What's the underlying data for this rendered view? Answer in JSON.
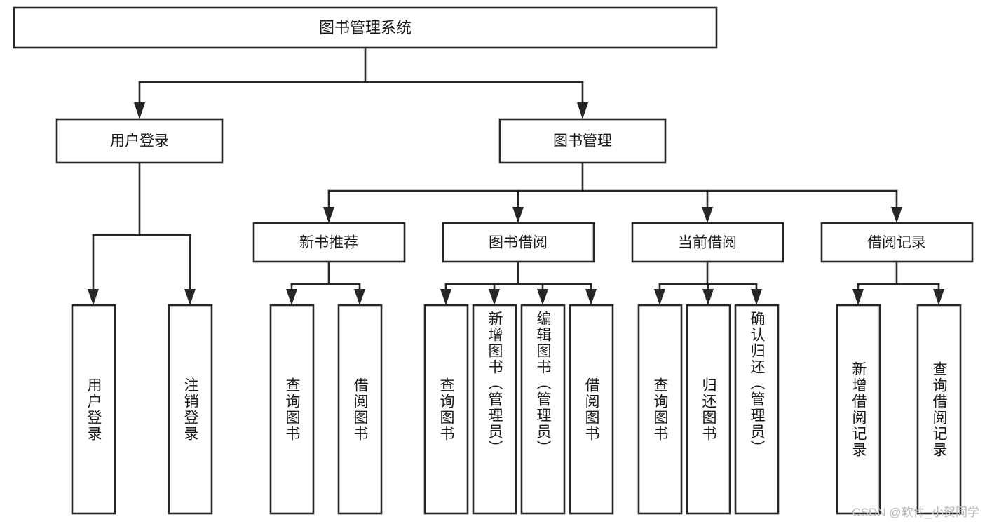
{
  "diagram": {
    "type": "tree-hierarchy",
    "title": "图书管理系统",
    "root": {
      "id": "root",
      "label": "图书管理系统",
      "orientation": "horizontal"
    },
    "level2": [
      {
        "id": "user-login",
        "label": "用户登录",
        "orientation": "horizontal"
      },
      {
        "id": "book-management",
        "label": "图书管理",
        "orientation": "horizontal"
      }
    ],
    "level3": [
      {
        "id": "new-book-recommend",
        "label": "新书推荐",
        "orientation": "horizontal",
        "parent": "book-management"
      },
      {
        "id": "book-borrow",
        "label": "图书借阅",
        "orientation": "horizontal",
        "parent": "book-management"
      },
      {
        "id": "current-borrow",
        "label": "当前借阅",
        "orientation": "horizontal",
        "parent": "book-management"
      },
      {
        "id": "borrow-record",
        "label": "借阅记录",
        "orientation": "horizontal",
        "parent": "book-management"
      }
    ],
    "leaves": [
      {
        "id": "leaf-user-login",
        "label": "用户登录",
        "orientation": "vertical",
        "parent": "user-login"
      },
      {
        "id": "leaf-logout",
        "label": "注销登录",
        "orientation": "vertical",
        "parent": "user-login"
      },
      {
        "id": "leaf-query-book-1",
        "label": "查询图书",
        "orientation": "vertical",
        "parent": "new-book-recommend"
      },
      {
        "id": "leaf-borrow-book-1",
        "label": "借阅图书",
        "orientation": "vertical",
        "parent": "new-book-recommend"
      },
      {
        "id": "leaf-query-book-2",
        "label": "查询图书",
        "orientation": "vertical",
        "parent": "book-borrow"
      },
      {
        "id": "leaf-add-book",
        "label": "新增图书（管理员）",
        "orientation": "vertical",
        "parent": "book-borrow"
      },
      {
        "id": "leaf-edit-book",
        "label": "编辑图书（管理员）",
        "orientation": "vertical",
        "parent": "book-borrow"
      },
      {
        "id": "leaf-borrow-book-2",
        "label": "借阅图书",
        "orientation": "vertical",
        "parent": "book-borrow"
      },
      {
        "id": "leaf-query-book-3",
        "label": "查询图书",
        "orientation": "vertical",
        "parent": "current-borrow"
      },
      {
        "id": "leaf-return-book",
        "label": "归还图书",
        "orientation": "vertical",
        "parent": "current-borrow"
      },
      {
        "id": "leaf-confirm-return",
        "label": "确认归还（管理员）",
        "orientation": "vertical",
        "parent": "current-borrow"
      },
      {
        "id": "leaf-add-record",
        "label": "新增借阅记录",
        "orientation": "vertical",
        "parent": "borrow-record"
      },
      {
        "id": "leaf-query-record",
        "label": "查询借阅记录",
        "orientation": "vertical",
        "parent": "borrow-record"
      }
    ],
    "colors": {
      "stroke": "#262626",
      "fill": "#ffffff",
      "text": "#1a1a1a",
      "watermark": "#b8b8b8"
    }
  },
  "watermark": {
    "text": "CSDN @软件_小贺同学"
  }
}
